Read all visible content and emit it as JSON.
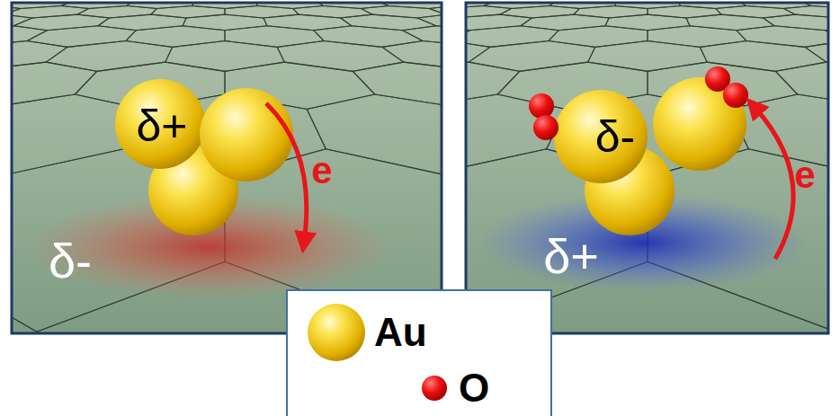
{
  "diagram": {
    "labels": [
      "δ+",
      "e",
      "δ-",
      "δ-",
      "e",
      "δ+"
    ],
    "legend": [
      {
        "text": "Au"
      },
      {
        "text": "O"
      }
    ]
  }
}
